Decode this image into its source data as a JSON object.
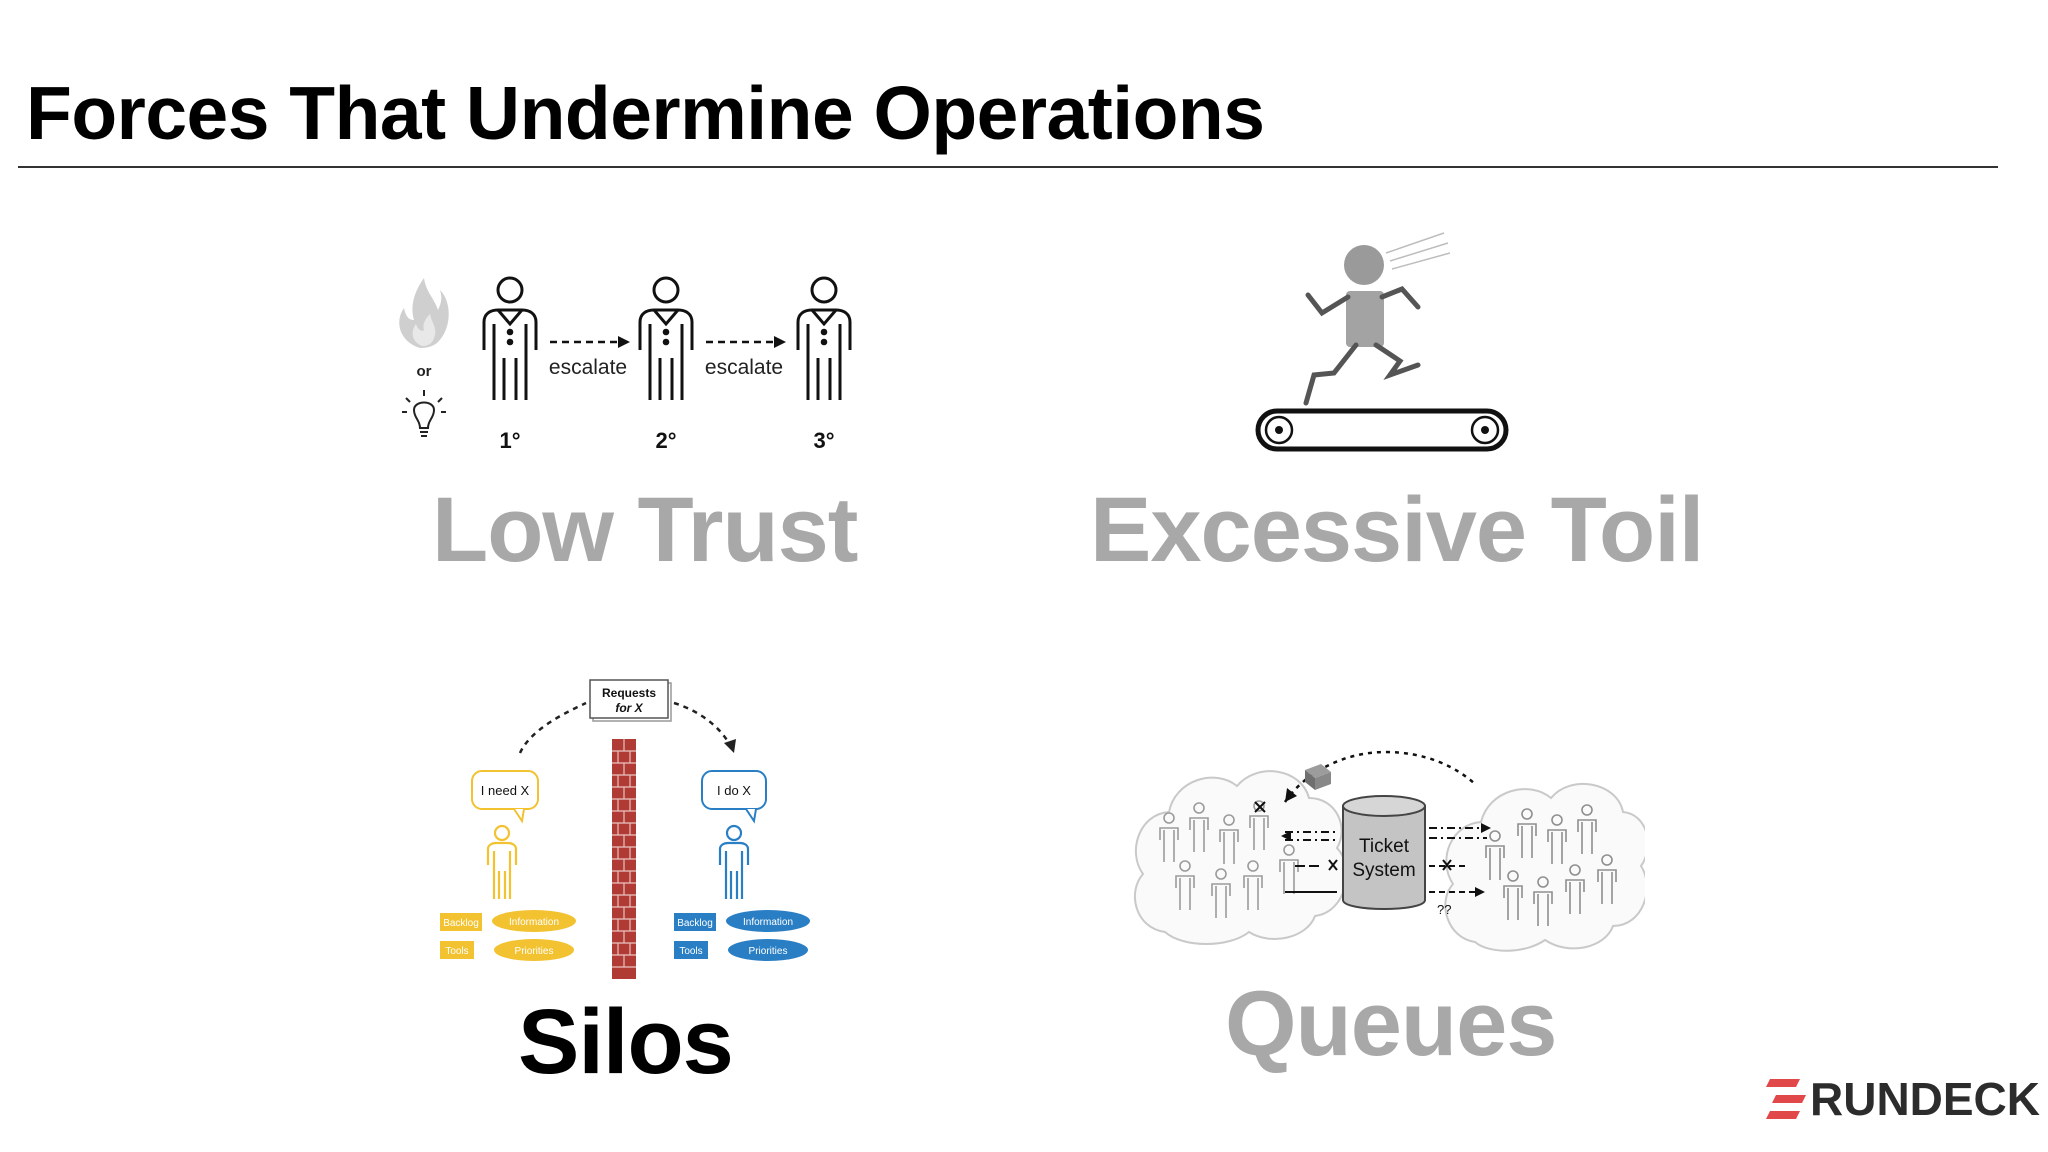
{
  "slide": {
    "title": "Forces That Undermine Operations"
  },
  "quadrants": {
    "low_trust": {
      "label": "Low Trust",
      "or_text": "or",
      "escalate_1": "escalate",
      "escalate_2": "escalate",
      "tier_1": "1°",
      "tier_2": "2°",
      "tier_3": "3°"
    },
    "excessive_toil": {
      "label": "Excessive Toil"
    },
    "silos": {
      "label": "Silos",
      "requests_line1": "Requests",
      "requests_line2": "for X",
      "need_bubble": "I need X",
      "do_bubble": "I do X",
      "left_tags": [
        "Backlog",
        "Information",
        "Tools",
        "Priorities"
      ],
      "right_tags": [
        "Backlog",
        "Information",
        "Tools",
        "Priorities"
      ]
    },
    "queues": {
      "label": "Queues",
      "ticket_line1": "Ticket",
      "ticket_line2": "System",
      "unknown": "??"
    }
  },
  "brand": {
    "logo_text": "RUNDECK"
  },
  "colors": {
    "accent_red": "#e0484a",
    "yellow": "#f2c230",
    "blue": "#2a7fc4",
    "brick": "#b03a34",
    "dim_text": "#a8a8a8"
  }
}
